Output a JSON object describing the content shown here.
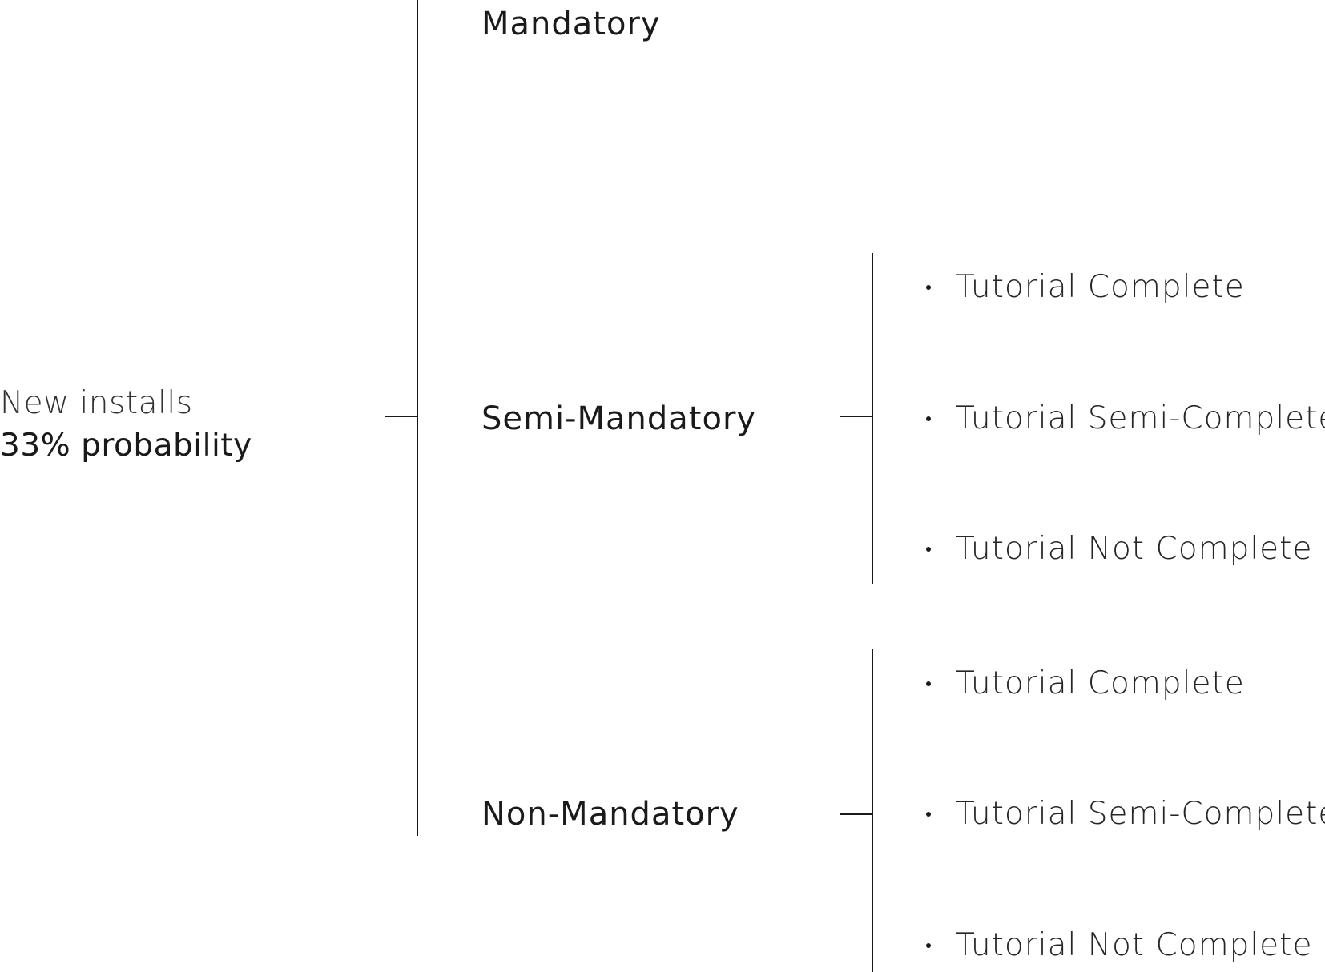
{
  "root": {
    "title": "New installs",
    "subtitle": "33% probability"
  },
  "branches": [
    {
      "label": "Mandatory",
      "children": []
    },
    {
      "label": "Semi-Mandatory",
      "children": [
        "Tutorial Complete",
        "Tutorial Semi-Complete",
        "Tutorial Not Complete"
      ]
    },
    {
      "label": "Non-Mandatory",
      "children": [
        "Tutorial Complete",
        "Tutorial Semi-Complete",
        "Tutorial Not Complete"
      ]
    }
  ],
  "colors": {
    "line": "#1a1a1a",
    "text": "#1a1a1a",
    "background": "#ffffff"
  }
}
